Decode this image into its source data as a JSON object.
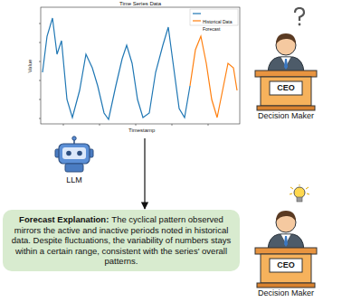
{
  "diagram": {
    "nodes": [
      {
        "text": [
          "Time Series Data"
        ]
      },
      {
        "text": [
          "CEO",
          "Decision Maker"
        ]
      },
      {
        "text": [
          "LLM"
        ]
      },
      {
        "text": [
          "Forecast Explanation:",
          "The cyclical pattern observed mirrors the active and inactive periods noted in historical data. Despite fluctuations, the variability of numbers stays within a certain range, consistent with the series' overall patterns."
        ]
      },
      {
        "text": [
          "CEO",
          "Decision Maker"
        ]
      }
    ],
    "edges": [
      {
        "from": 0,
        "to": 3,
        "arrow": "to"
      }
    ],
    "labels": [
      "Value",
      "Timestamp"
    ],
    "legend": [
      {
        "text": "Historical Data"
      },
      {
        "text": "Forecast"
      }
    ]
  }
}
